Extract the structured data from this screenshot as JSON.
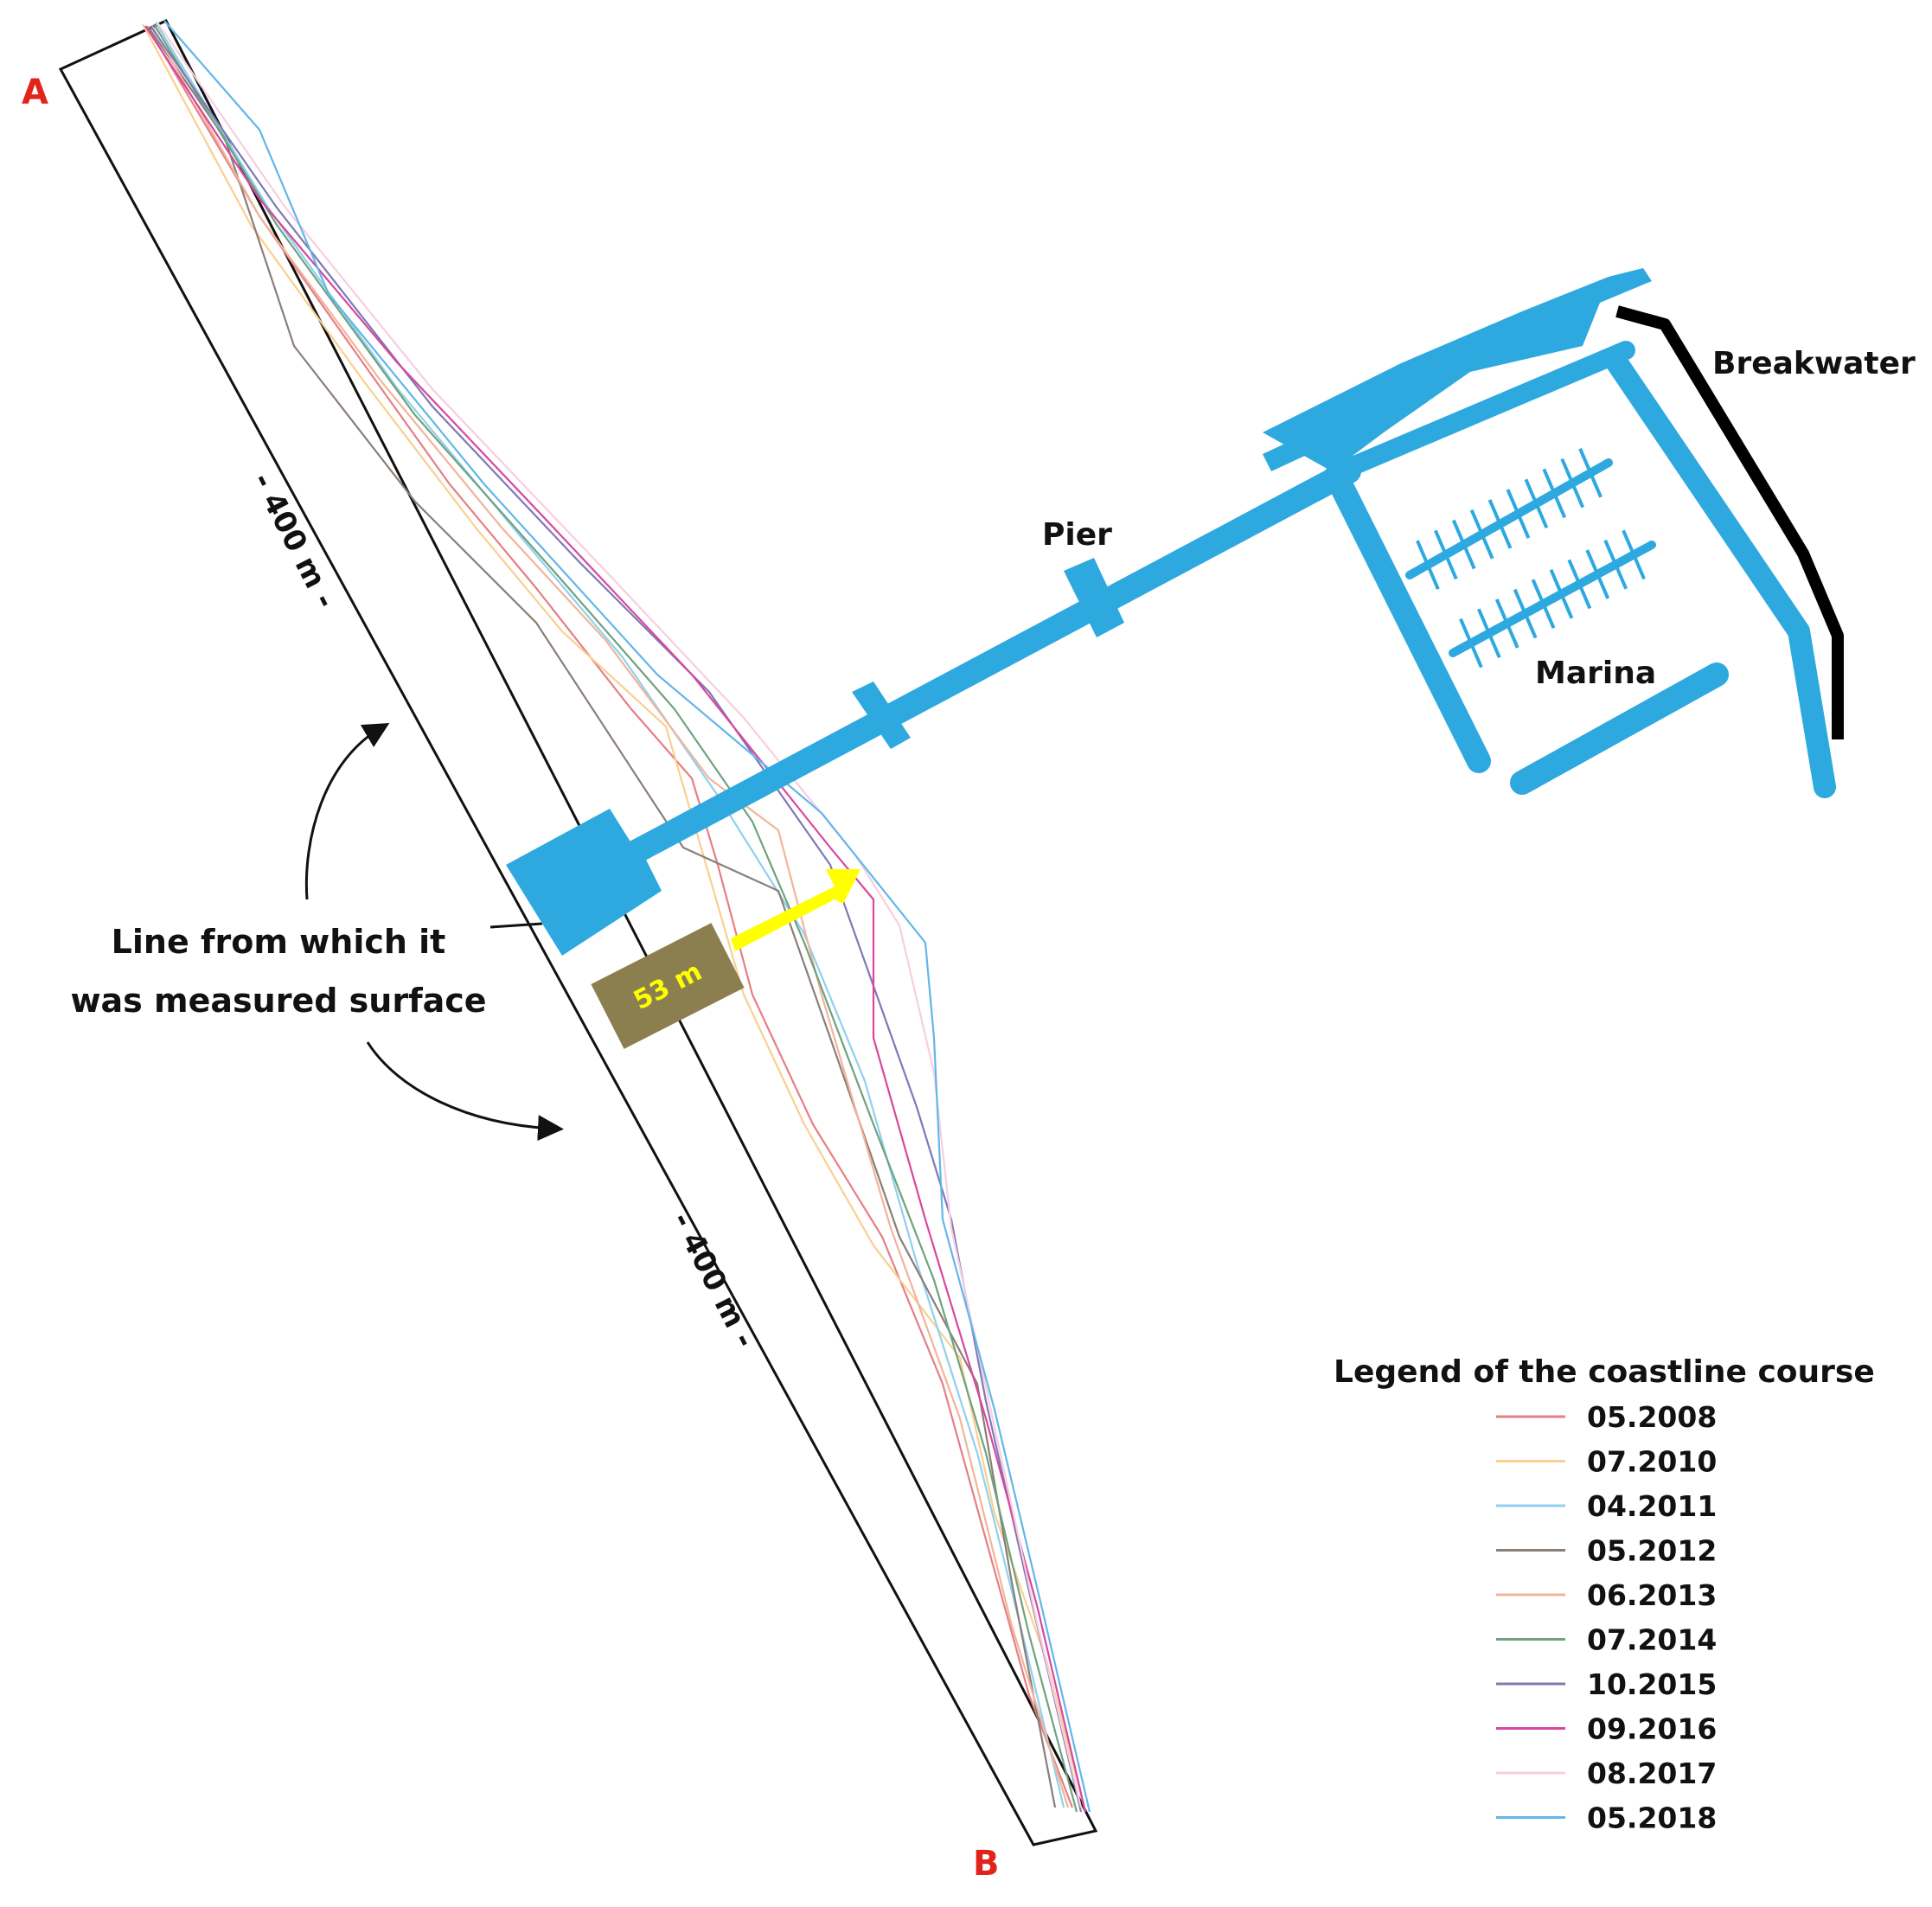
{
  "labels": {
    "point_a": "A",
    "point_b": "B",
    "distance_upper": "- 400 m -",
    "distance_lower": "- 400 m -",
    "pier": "Pier",
    "breakwater": "Breakwater",
    "marina": "Marina",
    "measure_line_1": "Line from which it",
    "measure_line_2": "was measured surface",
    "shift": "53 m"
  },
  "legend": {
    "title": "Legend of the coastline course",
    "items": [
      {
        "label": "05.2008",
        "color": "#e57f85"
      },
      {
        "label": "07.2010",
        "color": "#f9d08f"
      },
      {
        "label": "04.2011",
        "color": "#8fd1ee"
      },
      {
        "label": "05.2012",
        "color": "#8a7f78"
      },
      {
        "label": "06.2013",
        "color": "#f2b49a"
      },
      {
        "label": "07.2014",
        "color": "#6fa27f"
      },
      {
        "label": "10.2015",
        "color": "#7f79b4"
      },
      {
        "label": "09.2016",
        "color": "#d8479f"
      },
      {
        "label": "08.2017",
        "color": "#f7cfe0"
      },
      {
        "label": "05.2018",
        "color": "#63b6e9"
      }
    ]
  },
  "colors": {
    "structure": "#2ea9df",
    "breakwater": "#000000",
    "point_markers": "#e2231a",
    "shift_arrow": "#ffff00",
    "shift_box": "#8c7f4f",
    "shift_text": "#ffff00"
  },
  "icons": [
    "curved-arrow-up-icon",
    "curved-arrow-right-icon",
    "yellow-arrow-icon"
  ]
}
